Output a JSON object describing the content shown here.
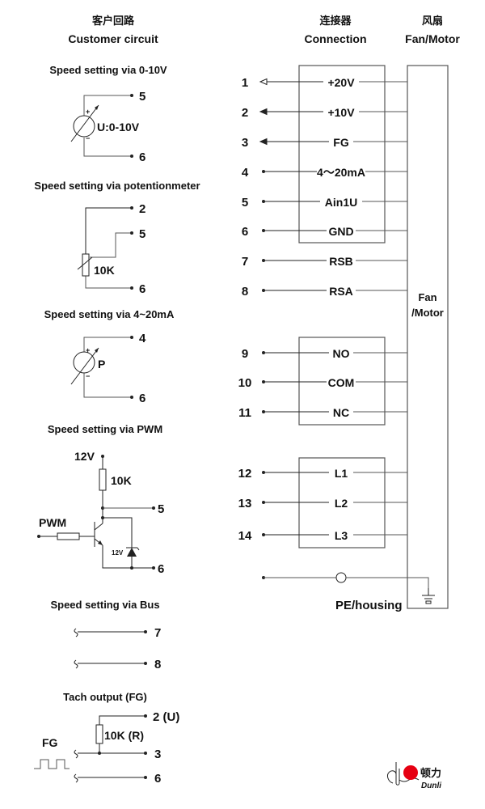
{
  "headers": {
    "customer_cn": "客户回路",
    "customer_en": "Customer circuit",
    "connection_cn": "连接器",
    "connection_en": "Connection",
    "fan_cn": "风扇",
    "fan_en": "Fan/Motor"
  },
  "customer": {
    "v010": {
      "title": "Speed setting via 0-10V",
      "source_label": "U:0-10V",
      "pin_top": "5",
      "pin_bottom": "6",
      "plus": "+",
      "minus": "−"
    },
    "pot": {
      "title": "Speed setting via potentionmeter",
      "resistor": "10K",
      "pin_top": "2",
      "pin_mid": "5",
      "pin_bottom": "6"
    },
    "ma": {
      "title": "Speed setting via  4~20mA",
      "source_label": "P",
      "pin_top": "4",
      "pin_bottom": "6",
      "plus": "+",
      "minus": "−"
    },
    "pwm": {
      "title": "Speed setting via PWM",
      "supply": "12V",
      "resistor": "10K",
      "input": "PWM",
      "zener": "12V",
      "pin_top": "5",
      "pin_bottom": "6"
    },
    "bus": {
      "title": "Speed setting via Bus",
      "pin_a": "7",
      "pin_b": "8"
    },
    "tach": {
      "title": "Tach output (FG)",
      "signal": "FG",
      "resistor": "10K (R)",
      "pin_u": "2 (U)",
      "pin_fg": "3",
      "pin_gnd": "6"
    }
  },
  "connector": {
    "groups": [
      {
        "pins": [
          {
            "num": "1",
            "label": "+20V",
            "arrow": "open"
          },
          {
            "num": "2",
            "label": "+10V",
            "arrow": "filled"
          },
          {
            "num": "3",
            "label": "FG",
            "arrow": "filled"
          },
          {
            "num": "4",
            "label": "4～20mA",
            "arrow": "dot"
          },
          {
            "num": "5",
            "label": "Ain1U",
            "arrow": "dot"
          },
          {
            "num": "6",
            "label": "GND",
            "arrow": "dot"
          },
          {
            "num": "7",
            "label": "RSB",
            "arrow": "dot"
          },
          {
            "num": "8",
            "label": "RSA",
            "arrow": "dot"
          }
        ]
      },
      {
        "pins": [
          {
            "num": "9",
            "label": "NO",
            "arrow": "dot"
          },
          {
            "num": "10",
            "label": "COM",
            "arrow": "dot"
          },
          {
            "num": "11",
            "label": "NC",
            "arrow": "dot"
          }
        ]
      },
      {
        "pins": [
          {
            "num": "12",
            "label": "L1",
            "arrow": "dot"
          },
          {
            "num": "13",
            "label": "L2",
            "arrow": "dot"
          },
          {
            "num": "14",
            "label": "L3",
            "arrow": "dot"
          }
        ]
      }
    ],
    "pe_label": "PE/housing"
  },
  "fan": {
    "label_line1": "Fan",
    "label_line2": "/Motor"
  },
  "logo": {
    "cn": "顿力",
    "en": "Dunli",
    "accent": "#e60012"
  }
}
